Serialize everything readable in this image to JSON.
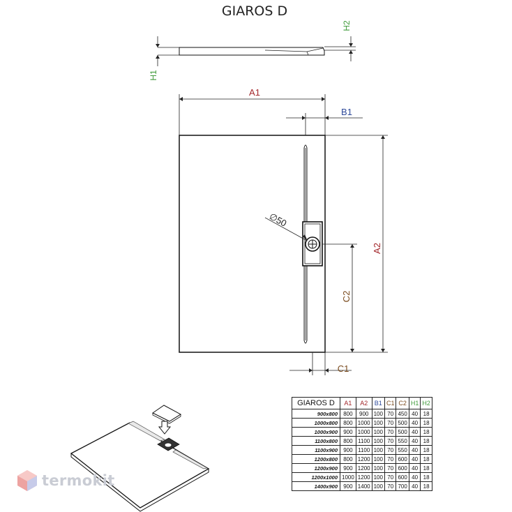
{
  "title": "GIAROS D",
  "dimensions": {
    "a1": "A1",
    "a2": "A2",
    "b1": "B1",
    "c1": "C1",
    "c2": "C2",
    "h1": "H1",
    "h2": "H2",
    "diameter": "∅50"
  },
  "table": {
    "headers": [
      "GIAROS D",
      "A1",
      "A2",
      "B1",
      "C1",
      "C2",
      "H1",
      "H2"
    ],
    "rows": [
      [
        "900x800",
        "800",
        "900",
        "100",
        "70",
        "450",
        "40",
        "18"
      ],
      [
        "1000x800",
        "800",
        "1000",
        "100",
        "70",
        "500",
        "40",
        "18"
      ],
      [
        "1000x900",
        "900",
        "1000",
        "100",
        "70",
        "500",
        "40",
        "18"
      ],
      [
        "1100x800",
        "800",
        "1100",
        "100",
        "70",
        "550",
        "40",
        "18"
      ],
      [
        "1100x900",
        "900",
        "1100",
        "100",
        "70",
        "550",
        "40",
        "18"
      ],
      [
        "1200x800",
        "800",
        "1200",
        "100",
        "70",
        "600",
        "40",
        "18"
      ],
      [
        "1200x900",
        "900",
        "1200",
        "100",
        "70",
        "600",
        "40",
        "18"
      ],
      [
        "1200x1000",
        "1000",
        "1200",
        "100",
        "70",
        "600",
        "40",
        "18"
      ],
      [
        "1400x900",
        "900",
        "1400",
        "100",
        "70",
        "700",
        "40",
        "18"
      ]
    ]
  },
  "watermark": {
    "text": "termokit",
    "icon": "termokit-logo-icon"
  },
  "colors": {
    "dim_a": "#a3272b",
    "dim_b": "#2e4a9a",
    "dim_c": "#7a4b1e",
    "dim_h": "#3f9a3a"
  }
}
